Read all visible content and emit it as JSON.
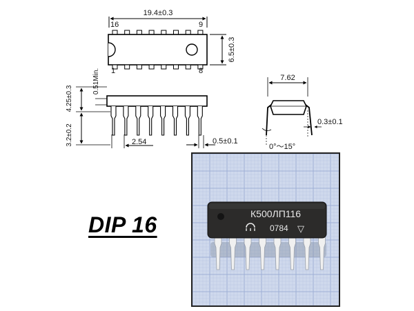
{
  "package": {
    "name": "DIP 16"
  },
  "top_view": {
    "length": "19.4±0.3",
    "width": "6.5±0.3",
    "pin_labels": {
      "top_left": "16",
      "top_right": "9",
      "bottom_left": "1",
      "bottom_right": "8"
    }
  },
  "side_view": {
    "min_gap": "0.51Min.",
    "body_height": "4.25±0.3",
    "lead_length": "3.2±0.2",
    "pitch": "2.54",
    "lead_width": "0.5±0.1"
  },
  "end_view": {
    "row_spacing": "7.62",
    "lead_thickness": "0.3±0.1",
    "lead_angle": "0°～15°"
  },
  "photo": {
    "marking_line1": "К500ЛП116",
    "marking_line2": "0784",
    "logo_mark": "▽",
    "colors": {
      "grid": "#b9c7e3",
      "grid_major": "#9fb0d6",
      "body": "#2c2b2a",
      "leads": "#f0f0f0"
    }
  }
}
